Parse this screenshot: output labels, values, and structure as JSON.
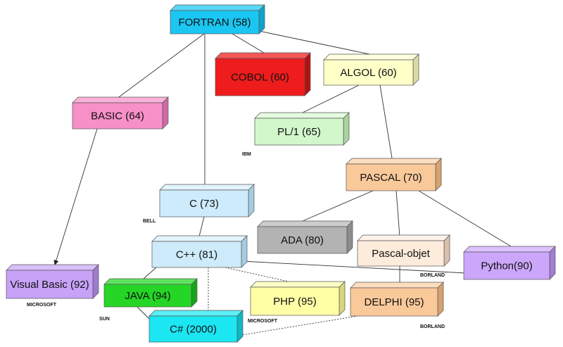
{
  "nodes": [
    {
      "id": "fortran",
      "label": "FORTRAN (58)",
      "face": "#1CC6F2",
      "top": "#58D8F7",
      "side": "#0EA4CC",
      "text": "#111111"
    },
    {
      "id": "cobol",
      "label": "COBOL (60)",
      "face": "#EE1C1C",
      "top": "#F45858",
      "side": "#B51010",
      "text": "#111111"
    },
    {
      "id": "algol",
      "label": "ALGOL (60)",
      "face": "#FFFFC8",
      "top": "#FFFFE0",
      "side": "#DADAA4",
      "text": "#111111"
    },
    {
      "id": "basic",
      "label": "BASIC (64)",
      "face": "#F78FC8",
      "top": "#FAB2DA",
      "side": "#CF6AA4",
      "text": "#111111"
    },
    {
      "id": "pl1",
      "label": "PL/1 (65)",
      "face": "#D2F7CB",
      "top": "#E4FBDF",
      "side": "#A9D3A0",
      "text": "#111111"
    },
    {
      "id": "pascal",
      "label": "PASCAL (70)",
      "face": "#FAC99A",
      "top": "#FCDDBD",
      "side": "#D6A270",
      "text": "#111111"
    },
    {
      "id": "c",
      "label": "C (73)",
      "face": "#CDEBFA",
      "top": "#E2F4FC",
      "side": "#A5CCE0",
      "text": "#111111"
    },
    {
      "id": "ada",
      "label": "ADA (80)",
      "face": "#B3B3B3",
      "top": "#CCCCCC",
      "side": "#8C8C8C",
      "text": "#111111"
    },
    {
      "id": "pascalobjet",
      "label": "Pascal-objet",
      "face": "#FDEBDC",
      "top": "#FEF3EA",
      "side": "#D9C0AA",
      "text": "#111111"
    },
    {
      "id": "cpp",
      "label": "C++ (81)",
      "face": "#CDEBFA",
      "top": "#E2F4FC",
      "side": "#A5CCE0",
      "text": "#111111"
    },
    {
      "id": "python",
      "label": "Python(90)",
      "face": "#CBA6FA",
      "top": "#DCC2FC",
      "side": "#A27ED6",
      "text": "#111111"
    },
    {
      "id": "vb",
      "label": "Visual Basic (92)",
      "face": "#C7A2F7",
      "top": "#D9BFFA",
      "side": "#9E7BD0",
      "text": "#111111"
    },
    {
      "id": "java",
      "label": "JAVA (94)",
      "face": "#26D626",
      "top": "#5EE35E",
      "side": "#17A417",
      "text": "#111111"
    },
    {
      "id": "php",
      "label": "PHP (95)",
      "face": "#FFFFA6",
      "top": "#FFFFC8",
      "side": "#D7D77C",
      "text": "#111111"
    },
    {
      "id": "delphi",
      "label": "DELPHI (95)",
      "face": "#FAC99A",
      "top": "#FCDDBD",
      "side": "#D6A270",
      "text": "#111111"
    },
    {
      "id": "csharp",
      "label": "C# (2000)",
      "face": "#1CE6F2",
      "top": "#5BEEF6",
      "side": "#0EB8C4",
      "text": "#111111"
    }
  ],
  "tags": [
    {
      "id": "ibm",
      "text": "IBM"
    },
    {
      "id": "bell",
      "text": "BELL"
    },
    {
      "id": "borland1",
      "text": "BORLAND"
    },
    {
      "id": "borland2",
      "text": "BORLAND"
    },
    {
      "id": "ms1",
      "text": "MICROSOFT"
    },
    {
      "id": "ms2",
      "text": "MICROSOFT"
    },
    {
      "id": "sun",
      "text": "SUN"
    }
  ],
  "edges": [
    {
      "from": "fortran",
      "to": "basic",
      "style": "solid"
    },
    {
      "from": "fortran",
      "to": "cobol",
      "style": "solid"
    },
    {
      "from": "fortran",
      "to": "algol",
      "style": "solid"
    },
    {
      "from": "fortran",
      "to": "c",
      "style": "solid"
    },
    {
      "from": "algol",
      "to": "pl1",
      "style": "solid"
    },
    {
      "from": "algol",
      "to": "pascal",
      "style": "solid"
    },
    {
      "from": "basic",
      "to": "vb",
      "style": "arrow"
    },
    {
      "from": "pascal",
      "to": "ada",
      "style": "solid"
    },
    {
      "from": "pascal",
      "to": "pascalobjet",
      "style": "solid"
    },
    {
      "from": "pascal",
      "to": "python",
      "style": "solid"
    },
    {
      "from": "c",
      "to": "cpp",
      "style": "solid"
    },
    {
      "from": "cpp",
      "to": "python",
      "style": "solid"
    },
    {
      "from": "cpp",
      "to": "java",
      "style": "solid"
    },
    {
      "from": "cpp",
      "to": "php",
      "style": "dotted"
    },
    {
      "from": "cpp",
      "to": "csharp",
      "style": "dotted"
    },
    {
      "from": "java",
      "to": "csharp",
      "style": "solid"
    },
    {
      "from": "pascalobjet",
      "to": "delphi",
      "style": "solid"
    },
    {
      "from": "delphi",
      "to": "csharp",
      "style": "dotted"
    }
  ]
}
